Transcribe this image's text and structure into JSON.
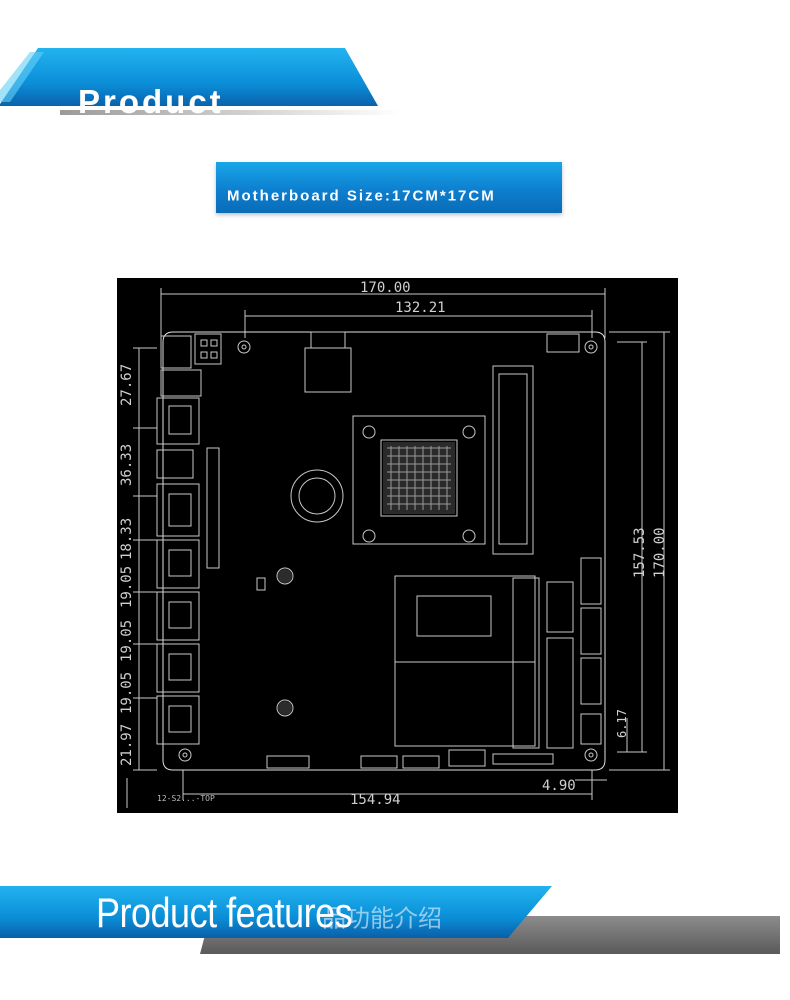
{
  "header": {
    "title": "Product"
  },
  "size_label": "Motherboard Size:17CM*17CM",
  "drawing": {
    "dimensions": {
      "top_total": "170.00",
      "top_inner": "132.21",
      "bottom_width": "154.94",
      "bottom_offset": "4.90",
      "right_total": "170.00",
      "right_inner": "157.53",
      "right_small": "6.17",
      "left": [
        "27.67",
        "36.33",
        "18.33",
        "19.05",
        "19.05",
        "19.05",
        "21.97"
      ]
    },
    "part_code": "12-S2...-TOP"
  },
  "features": {
    "title": "Product features",
    "chinese": "品功能介绍"
  },
  "colors": {
    "accent": "#0b8fd8",
    "accent_dark": "#0a5fa8",
    "drawing_bg": "#000000"
  }
}
